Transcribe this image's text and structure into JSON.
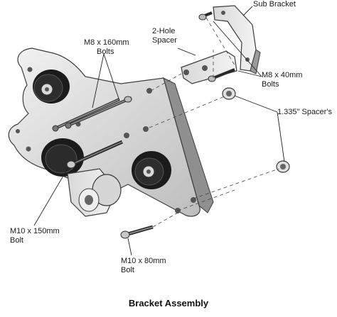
{
  "caption": "Bracket Assembly",
  "labels": {
    "sub_bracket": "Sub Bracket",
    "two_hole_spacer_1": "2-Hole",
    "two_hole_spacer_2": "Spacer",
    "m8x160_1": "M8 x 160mm",
    "m8x160_2": "Bolts",
    "m8x40_1": "M8 x 40mm",
    "m8x40_2": "Bolts",
    "spacers": "1.335\" Spacer's",
    "m10x150_1": "M10 x 150mm",
    "m10x150_2": "Bolt",
    "m10x80_1": "M10 x 80mm",
    "m10x80_2": "Bolt"
  },
  "colors": {
    "metal_light": "#e6e6e6",
    "metal_mid": "#c4c4c4",
    "metal_dark": "#8a8a8a",
    "outline": "#3c3c3c",
    "pulley": "#1b1b1b",
    "leader": "#222222"
  }
}
